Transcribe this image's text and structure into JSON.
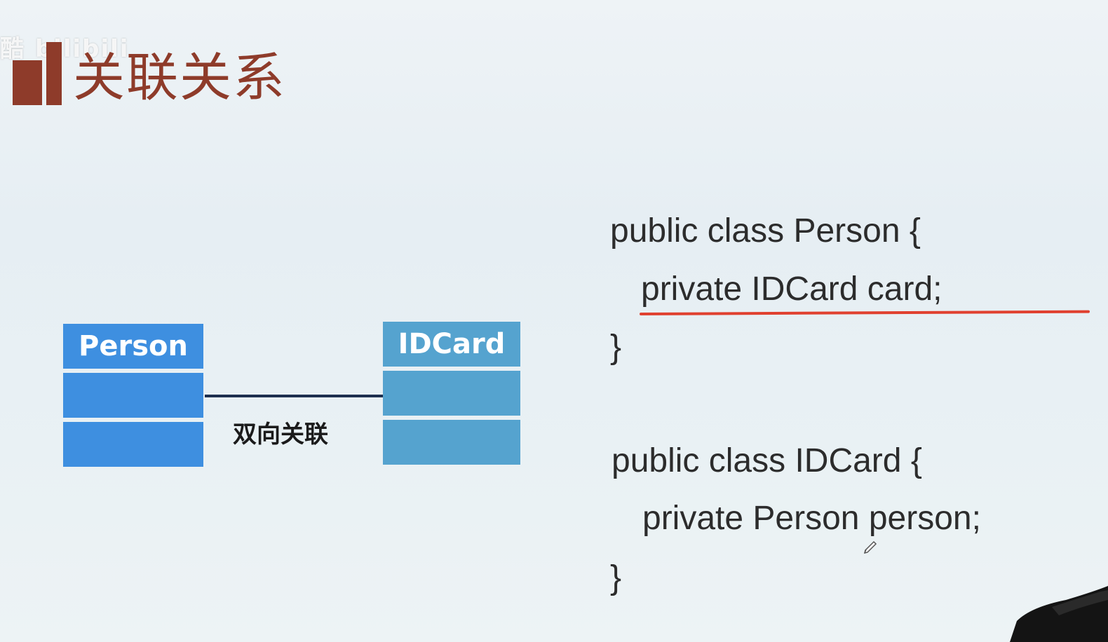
{
  "watermark": "酷 bilibili",
  "page": {
    "title": "关联关系"
  },
  "diagram": {
    "class_a": {
      "name": "Person"
    },
    "class_b": {
      "name": "IDCard"
    },
    "association_label": "双向关联"
  },
  "code": {
    "lines": [
      "public class Person {",
      "private IDCard card;",
      "}",
      "public class IDCard {",
      "private Person person;",
      "}"
    ]
  },
  "colors": {
    "title": "#8e3b2a",
    "person_class": "#3e8fe0",
    "idcard_class": "#55a3cf",
    "association_line": "#1d2f4f",
    "underline": "#e0402f"
  },
  "icons": {
    "cursor": "pen-cursor-icon"
  }
}
